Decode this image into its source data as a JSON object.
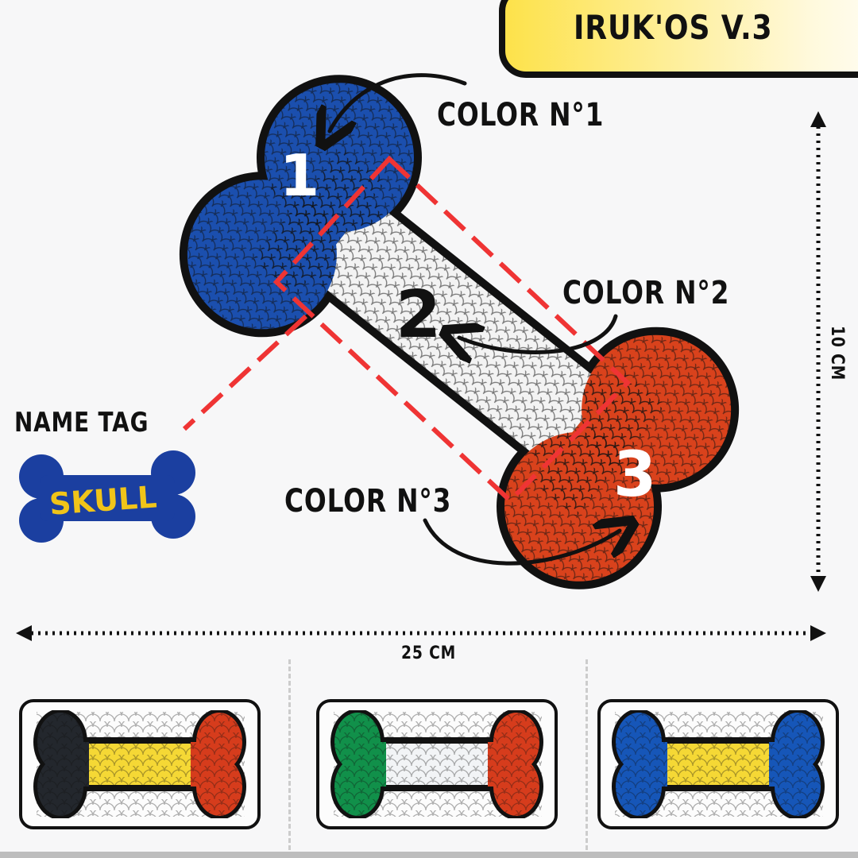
{
  "title": "IRUK'OS V.3",
  "labels": {
    "color1": "COLOR N°1",
    "color2": "COLOR N°2",
    "color3": "COLOR N°3",
    "name_tag": "NAME TAG",
    "height": "10 CM",
    "width": "25 CM"
  },
  "bone_numbers": [
    "1",
    "2",
    "3"
  ],
  "name_tag_text": "SKULL",
  "colors": {
    "blue": "#1b4fae",
    "white": "#f3f3f3",
    "red": "#d9421c",
    "dash": "#ef3434",
    "title_bg": "#fde24a",
    "tag_text": "#f0c419"
  },
  "variants": [
    {
      "name": "black-yellow-red",
      "left": "#23272d",
      "middle": "#f5d835",
      "right": "#d63c1c"
    },
    {
      "name": "green-white-red",
      "left": "#11904a",
      "middle": "#f2f4f6",
      "right": "#d63c1c"
    },
    {
      "name": "blue-yellow-blue",
      "left": "#1656b8",
      "middle": "#f5d835",
      "right": "#1656b8"
    }
  ]
}
